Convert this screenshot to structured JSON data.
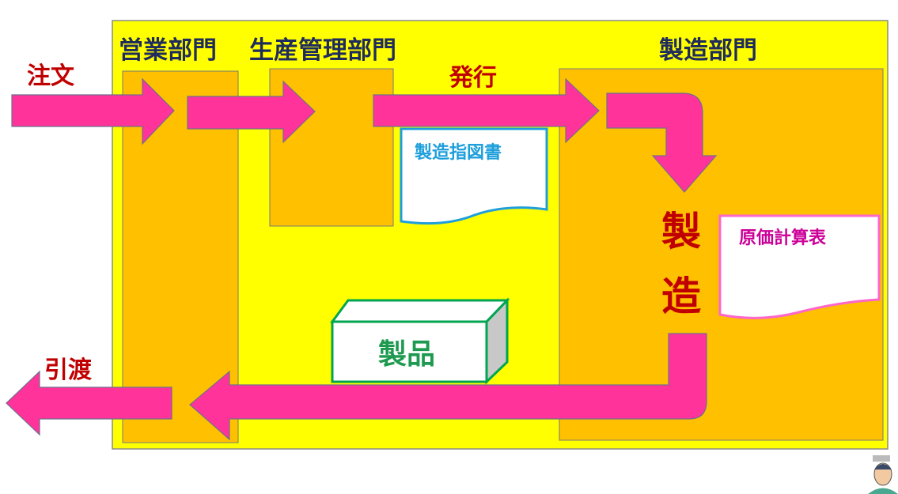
{
  "departments": {
    "sales": "営業部門",
    "production_control": "生産管理部門",
    "manufacturing": "製造部門"
  },
  "flow_labels": {
    "order": "注文",
    "issue": "発行",
    "delivery": "引渡"
  },
  "documents": {
    "manufacturing_order": "製造指図書",
    "cost_sheet": "原価計算表"
  },
  "process": {
    "char1": "製",
    "char2": "造"
  },
  "product": "製品",
  "colors": {
    "background": "#FFFF00",
    "department": "#FFC000",
    "arrow": "#FF3399",
    "title": "#1F2C5C",
    "label_red": "#C00000",
    "doc_blue": "#1E9FDB",
    "doc_pink": "#CC0099",
    "product_green": "#00A550"
  }
}
